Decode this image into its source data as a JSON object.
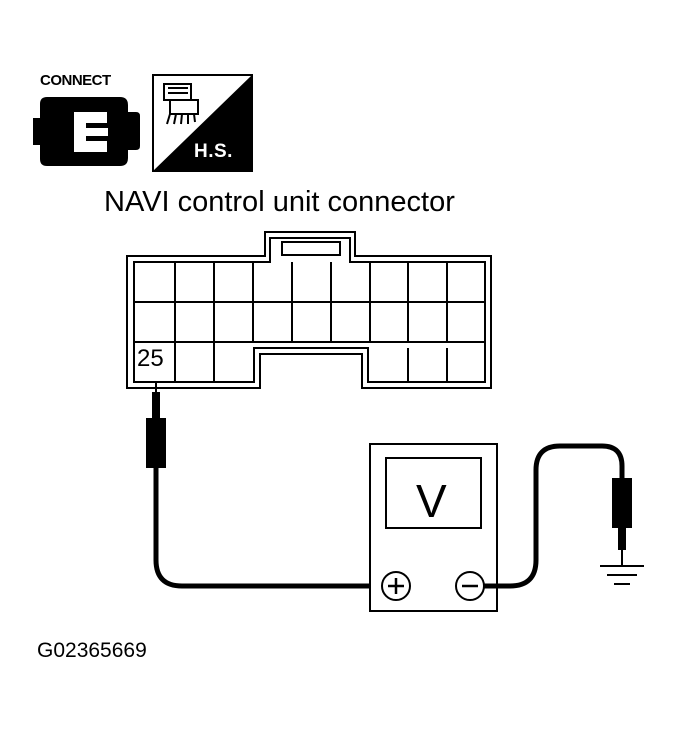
{
  "icons": {
    "connect_label": "CONNECT",
    "harness_side_label": "H.S."
  },
  "title": "NAVI control unit connector",
  "connector": {
    "pin_label": "25"
  },
  "meter": {
    "label": "V",
    "positive_symbol": "+",
    "negative_symbol": "−"
  },
  "figure_id": "G02365669",
  "colors": {
    "line": "#000000",
    "background": "#ffffff"
  }
}
